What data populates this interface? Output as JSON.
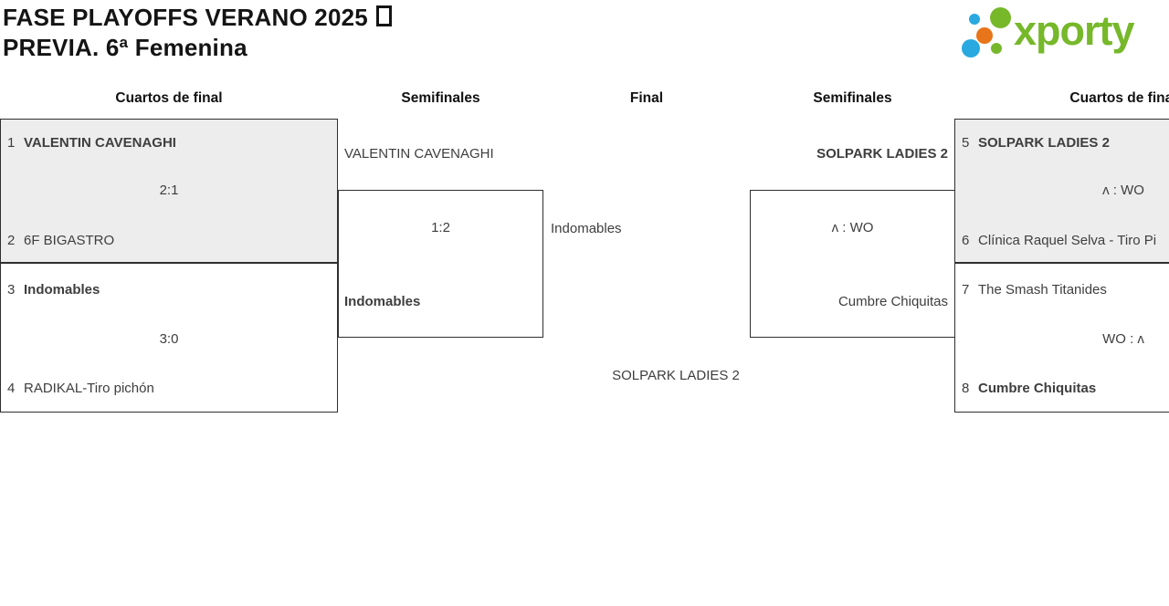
{
  "header": {
    "title_line1": "FASE PLAYOFFS VERANO 2025",
    "title_line2": "PREVIA. 6ª Femenina",
    "logo_text": "xporty"
  },
  "columns": {
    "c1": "Cuartos de final",
    "c2": "Semifinales",
    "c3": "Final",
    "c4": "Semifinales",
    "c5": "Cuartos de final"
  },
  "bracket": {
    "qf1": {
      "seed1": "1",
      "team1": "VALENTIN CAVENAGHI",
      "score": "2:1",
      "seed2": "2",
      "team2": "6F BIGASTRO"
    },
    "qf2": {
      "seed1": "3",
      "team1": "Indomables",
      "score": "3:0",
      "seed2": "4",
      "team2": "RADIKAL-Tiro pichón"
    },
    "qf3": {
      "seed1": "5",
      "team1": "SOLPARK LADIES 2",
      "score": "ʌ : WO",
      "seed2": "6",
      "team2": "Clínica Raquel Selva - Tiro Pi"
    },
    "qf4": {
      "seed1": "7",
      "team1": "The Smash Titanides",
      "score": "WO : ʌ",
      "seed2": "8",
      "team2": "Cumbre Chiquitas"
    },
    "sf1": {
      "team1": "VALENTIN CAVENAGHI",
      "score": "1:2",
      "team2": "Indomables"
    },
    "sf2": {
      "team1": "SOLPARK LADIES 2",
      "score": "ʌ : WO",
      "team2": "Cumbre Chiquitas"
    },
    "final": {
      "team1": "Indomables",
      "champion": "SOLPARK LADIES 2"
    }
  },
  "colors": {
    "logo_green": "#76b82a",
    "logo_blue": "#29a9e0",
    "logo_orange": "#e8751a",
    "box_highlight": "#ededed",
    "box_border": "#2f2f2f",
    "text": "#3e3e3e"
  }
}
